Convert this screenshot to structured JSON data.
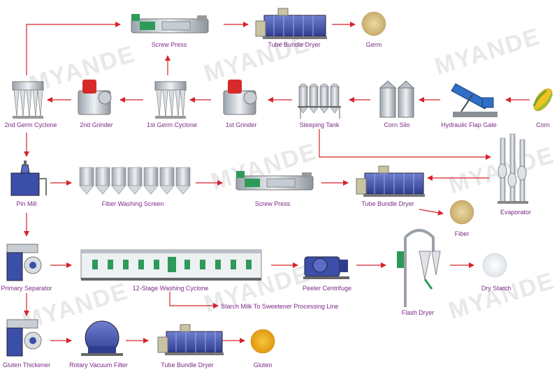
{
  "watermark": "MYANDE",
  "colors": {
    "label": "#7b2a86",
    "arrow": "#d7232a",
    "machine_blue": "#3b4fa8",
    "machine_green": "#2e9a5a"
  },
  "labels": {
    "screw_press_top": "Screw Press",
    "tube_bundle_dryer_top": "Tube Bundle Dryer",
    "germ": "Germ",
    "second_germ_cyclone": "2nd Germ Cyclone",
    "second_grinder": "2nd Grinder",
    "first_germ_cyclone": "1st Germ Cyclone",
    "first_grinder": "1st Grinder",
    "steeping_tank": "Steeping Tank",
    "corn_silo": "Corn Silo",
    "hydraulic_flap_gate": "Hydraulic Flap Gate",
    "corn": "Corn",
    "pin_mill": "Pin Mill",
    "fiber_washing_screen": "Fiber Washing Screen",
    "screw_press_mid": "Screw Press",
    "tube_bundle_dryer_mid": "Tube Bundle Dryer",
    "evaporator": "Evaporator",
    "fiber": "Fiber",
    "primary_separator": "Primary Separator",
    "washing_cyclone": "12-Stage Washing Cyclone",
    "peeler_centrifuge": "Peeler Centrifuge",
    "dry_starch": "Dry Starch",
    "flash_dryer": "Flash Dryer",
    "starch_milk": "Starch Milk To Sweetener Processing Line",
    "gluten_thickener": "Gluten Thickener",
    "rotary_vacuum_filter": "Rotary Vacuum Filter",
    "tube_bundle_dryer_bottom": "Tube Bundle Dryer",
    "gluten": "Gluten"
  }
}
